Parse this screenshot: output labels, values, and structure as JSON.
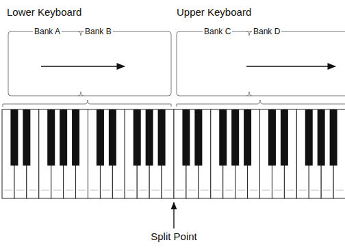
{
  "diagram": {
    "labels": [
      "Lower Keyboard",
      "Upper Keyboard",
      "Bank A",
      "Bank B",
      "Bank C",
      "Bank D",
      "Split Point"
    ]
  }
}
